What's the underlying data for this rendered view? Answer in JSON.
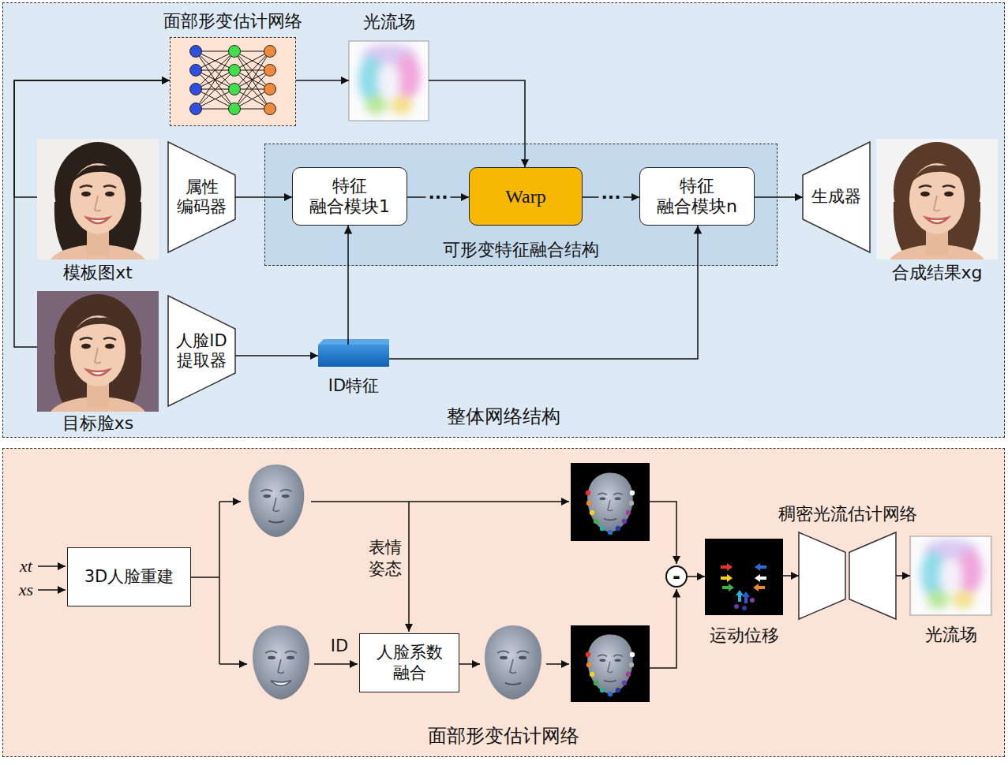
{
  "diagram": {
    "nodes": [
      {
        "text": [
          "整体网络结构"
        ]
      },
      {
        "text": [
          "面部形变估计网络"
        ],
        "in": 0
      },
      {
        "text": [
          "光流场"
        ],
        "in": 0
      },
      {
        "text": [
          "模板图xt"
        ],
        "in": 0
      },
      {
        "text": [
          "属性 编码器"
        ],
        "in": 0
      },
      {
        "text": [
          "可形变特征融合结构"
        ],
        "in": 0
      },
      {
        "text": [
          "特征 融合模块1"
        ],
        "in": 5
      },
      {
        "text": [
          "Warp"
        ],
        "in": 5
      },
      {
        "text": [
          "特征 融合模块n"
        ],
        "in": 5
      },
      {
        "text": [
          "生成器"
        ],
        "in": 0
      },
      {
        "text": [
          "合成结果xg"
        ],
        "in": 0
      },
      {
        "text": [
          "目标脸xs"
        ],
        "in": 0
      },
      {
        "text": [
          "人脸ID 提取器"
        ],
        "in": 0
      },
      {
        "text": [
          "ID特征"
        ],
        "in": 0
      },
      {
        "text": [
          "面部形变估计网络"
        ]
      },
      {
        "text": [
          "3D人脸重建"
        ],
        "in": 14
      },
      {
        "text": [
          "人脸系数 融合"
        ],
        "in": 14
      },
      {
        "text": [
          "-"
        ],
        "in": 14
      },
      {
        "text": [
          "运动位移"
        ],
        "in": 14
      },
      {
        "text": [
          "稠密光流估计网络"
        ],
        "in": 14
      },
      {
        "text": [
          "光流场"
        ],
        "in": 14
      }
    ],
    "edges": [
      {
        "from": 3,
        "to": 1,
        "arrow": "to"
      },
      {
        "from": 11,
        "to": 1,
        "arrow": "to"
      },
      {
        "from": 1,
        "to": 2,
        "arrow": "to"
      },
      {
        "from": 2,
        "to": 7,
        "arrow": "to"
      },
      {
        "from": 4,
        "to": 6,
        "arrow": "to"
      },
      {
        "from": 6,
        "to": 7,
        "label": "···",
        "arrow": "to"
      },
      {
        "from": 7,
        "to": 8,
        "label": "···",
        "arrow": "to"
      },
      {
        "from": 8,
        "to": 9,
        "arrow": "to"
      },
      {
        "from": 12,
        "to": 13,
        "arrow": "to"
      },
      {
        "from": 13,
        "to": 6,
        "arrow": "to"
      },
      {
        "from": 13,
        "to": 8,
        "arrow": "to"
      },
      {
        "from": 17,
        "to": 18,
        "arrow": "to"
      },
      {
        "from": 18,
        "to": 19,
        "arrow": "to"
      },
      {
        "from": 19,
        "to": 20,
        "arrow": "to"
      }
    ],
    "labels": [
      "xt",
      "xs",
      "表情 姿态",
      "ID"
    ]
  }
}
